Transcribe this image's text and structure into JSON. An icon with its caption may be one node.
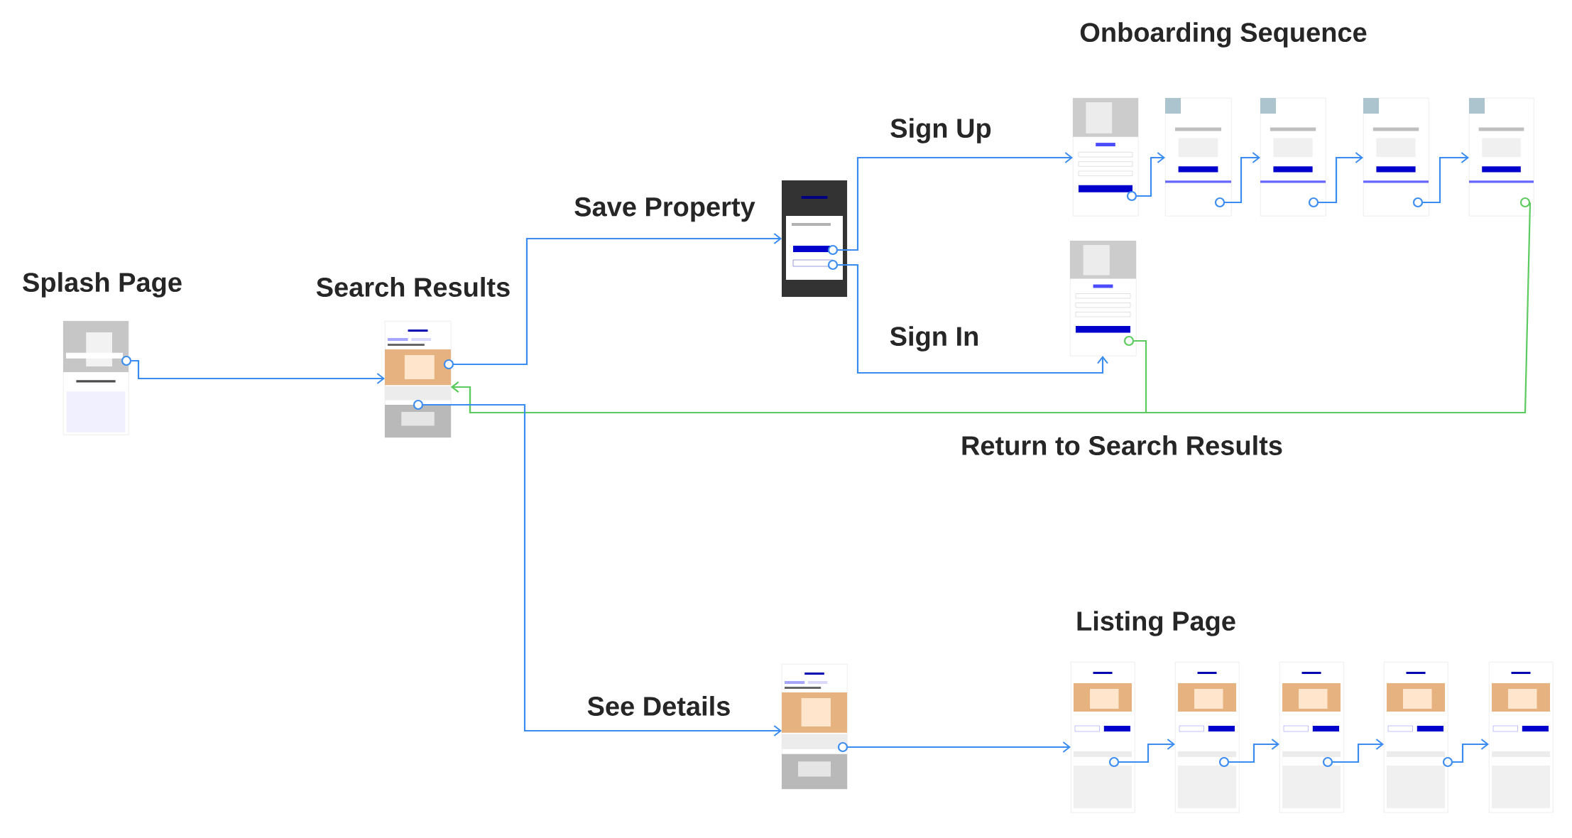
{
  "diagram": {
    "nodes": [
      {
        "text": [],
        "shape": "picture"
      },
      {
        "text": [],
        "shape": "picture"
      },
      {
        "text": [],
        "shape": "picture"
      },
      {
        "text": [],
        "shape": "picture"
      },
      {
        "text": [],
        "shape": "picture"
      },
      {
        "text": [],
        "shape": "picture"
      },
      {
        "text": [],
        "shape": "picture"
      },
      {
        "text": [],
        "shape": "picture"
      },
      {
        "text": [],
        "shape": "picture"
      },
      {
        "text": [],
        "shape": "picture"
      },
      {
        "text": [],
        "shape": "picture"
      },
      {
        "text": [],
        "shape": "picture"
      },
      {
        "text": [],
        "shape": "picture"
      },
      {
        "text": [],
        "shape": "picture"
      },
      {
        "text": [],
        "shape": "picture"
      }
    ],
    "edges": [
      {
        "from": 0,
        "to": 1,
        "arrow": "to"
      },
      {
        "from": 1,
        "to": 2,
        "arrow": "to"
      },
      {
        "from": 2,
        "to": 3,
        "arrow": "to"
      },
      {
        "from": 2,
        "to": 8,
        "arrow": "to"
      },
      {
        "from": 3,
        "to": 4,
        "arrow": "to"
      },
      {
        "from": 4,
        "to": 5,
        "arrow": "to"
      },
      {
        "from": 5,
        "to": 6,
        "arrow": "to"
      },
      {
        "from": 6,
        "to": 7,
        "arrow": "to"
      },
      {
        "from": 8,
        "to": 1,
        "arrow": "to",
        "color": "#5ccb5f"
      },
      {
        "from": 7,
        "to": 1,
        "arrow": "to",
        "color": "#5ccb5f"
      },
      {
        "from": 1,
        "to": 9,
        "arrow": "to"
      },
      {
        "from": 9,
        "to": 10,
        "arrow": "to"
      },
      {
        "from": 10,
        "to": 11,
        "arrow": "to"
      },
      {
        "from": 11,
        "to": 12,
        "arrow": "to"
      },
      {
        "from": 12,
        "to": 13,
        "arrow": "to"
      },
      {
        "from": 13,
        "to": 14,
        "arrow": "to"
      }
    ],
    "labels": [
      "Onboarding Sequence",
      "Sign Up",
      "Save Property",
      "Splash Page",
      "Search Results",
      "Sign In",
      "Return to Search Results",
      "Listing Page",
      "See Details"
    ]
  }
}
